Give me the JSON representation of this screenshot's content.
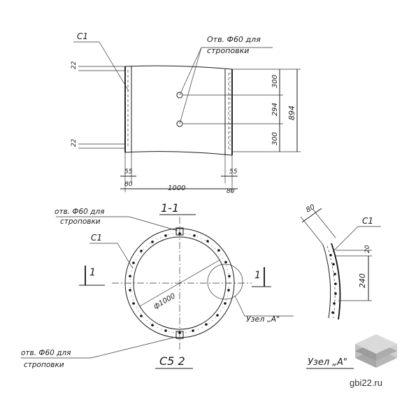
{
  "labels": {
    "c1_top": "С1",
    "hole_top_line1": "Отв. Ф60 для",
    "hole_top_line2": "строповки",
    "dim_22_top": "22",
    "dim_22_bottom": "22",
    "dim_300_top": "300",
    "dim_294": "294",
    "dim_300_bottom": "300",
    "dim_894": "894",
    "dim_55_left": "55",
    "dim_55_right": "55",
    "dim_80_left": "80",
    "dim_1000": "1000",
    "dim_80_right": "80",
    "section_title": "1-1",
    "hole_mid_line1": "отв. Ф60 для",
    "hole_mid_line2": "строповки",
    "c1_mid": "С1",
    "cut_mark_left": "1",
    "cut_mark_right": "1",
    "dia_1000": "ф1000",
    "node_a_ref": "Узел „А\"",
    "hole_bottom_line1": "отв. Ф60 для",
    "hole_bottom_line2": "строповки",
    "ring_title": "С5 2",
    "detail_80": "80",
    "detail_c1": "С1",
    "detail_20": "20",
    "detail_240": "240",
    "detail_title": "Узел „А\""
  },
  "watermark": {
    "site": "gbi22.ru",
    "logo_colors": [
      "#c8c8c8",
      "#a9a9a9",
      "#8d8d8d"
    ]
  },
  "colors": {
    "ink": "#1a1a1a",
    "paper": "#ffffff"
  }
}
